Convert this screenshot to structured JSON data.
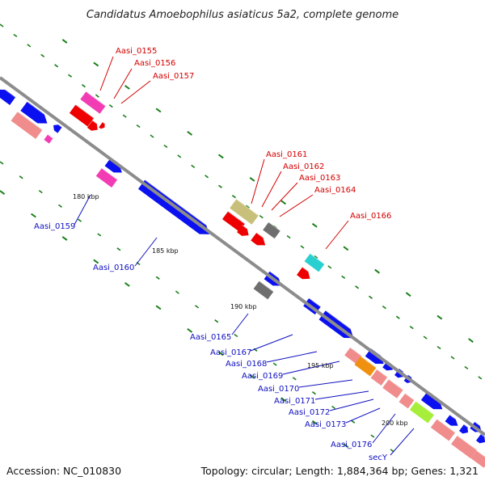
{
  "title": "Candidatus Amoebophilus asiaticus 5a2, complete genome",
  "footer": {
    "accession": "Accession: NC_010830",
    "topology": "Topology: circular; Length: 1,884,364 bp; Genes: 1,321"
  },
  "colors": {
    "forward_label": "#d40000",
    "reverse_label": "#1010c0",
    "backbone": "#8c8c8c",
    "tick": "#1a7f1a",
    "blue": "#0a10f0",
    "red": "#ee0000",
    "magenta": "#f23cb4",
    "salmon": "#f08c8c",
    "olive": "#c8c07a",
    "gray": "#6e6e6e",
    "cyan": "#2ad0d0",
    "orange": "#f09010",
    "lime": "#a6ee3a"
  },
  "ruler": [
    "180 kbp",
    "185 kbp",
    "190 kbp",
    "195 kbp",
    "200 kbp"
  ],
  "forward_labels": [
    "Aasi_0155",
    "Aasi_0156",
    "Aasi_0157",
    "Aasi_0161",
    "Aasi_0162",
    "Aasi_0163",
    "Aasi_0164",
    "Aasi_0166"
  ],
  "reverse_labels": [
    "Aasi_0159",
    "Aasi_0160",
    "Aasi_0165",
    "Aasi_0167",
    "Aasi_0168",
    "Aasi_0169",
    "Aasi_0170",
    "Aasi_0171",
    "Aasi_0172",
    "Aasi_0173",
    "Aasi_0176",
    "secY"
  ]
}
